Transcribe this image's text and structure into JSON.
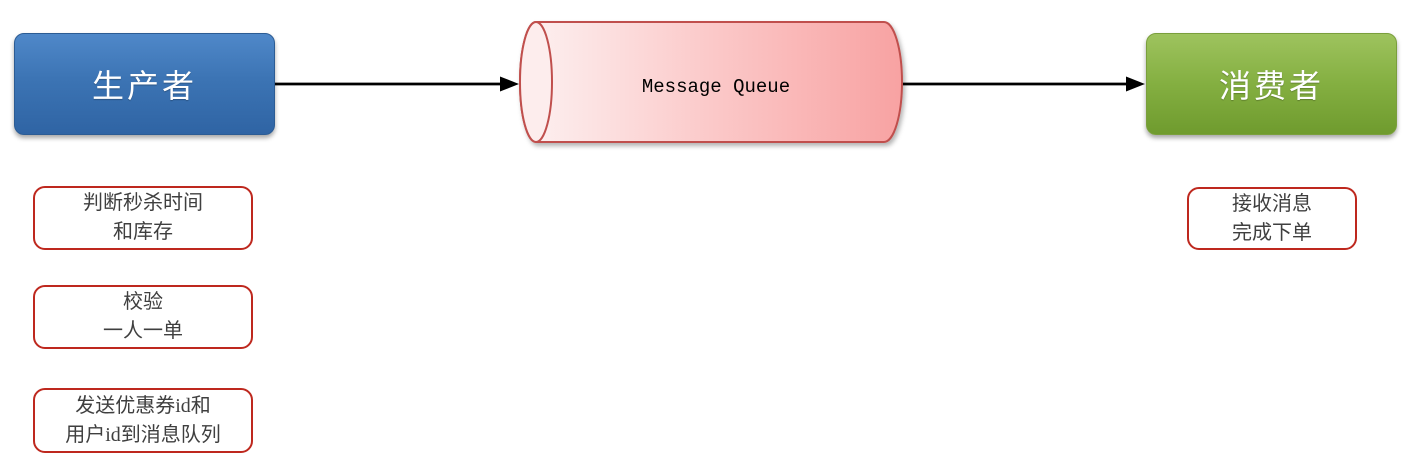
{
  "diagram": {
    "nodes": {
      "producer": {
        "label": "生产者"
      },
      "queue": {
        "label": "Message Queue"
      },
      "consumer": {
        "label": "消费者"
      }
    },
    "producer_steps": [
      {
        "lines": [
          "判断秒杀时间",
          "和库存"
        ]
      },
      {
        "lines": [
          "校验",
          "一人一单"
        ]
      },
      {
        "lines": [
          "发送优惠券id和",
          "用户id到消息队列"
        ]
      }
    ],
    "consumer_steps": [
      {
        "lines": [
          "接收消息",
          "完成下单"
        ]
      }
    ],
    "colors": {
      "producer_blue": "#3C74B4",
      "consumer_green": "#84AF41",
      "queue_pink": "#F8A2A2",
      "queue_cap_pink": "#FDEDED",
      "queue_border": "#C0504D",
      "step_border": "#BE281E",
      "step_text": "#3F3F3F",
      "arrow_black": "#000000"
    }
  }
}
